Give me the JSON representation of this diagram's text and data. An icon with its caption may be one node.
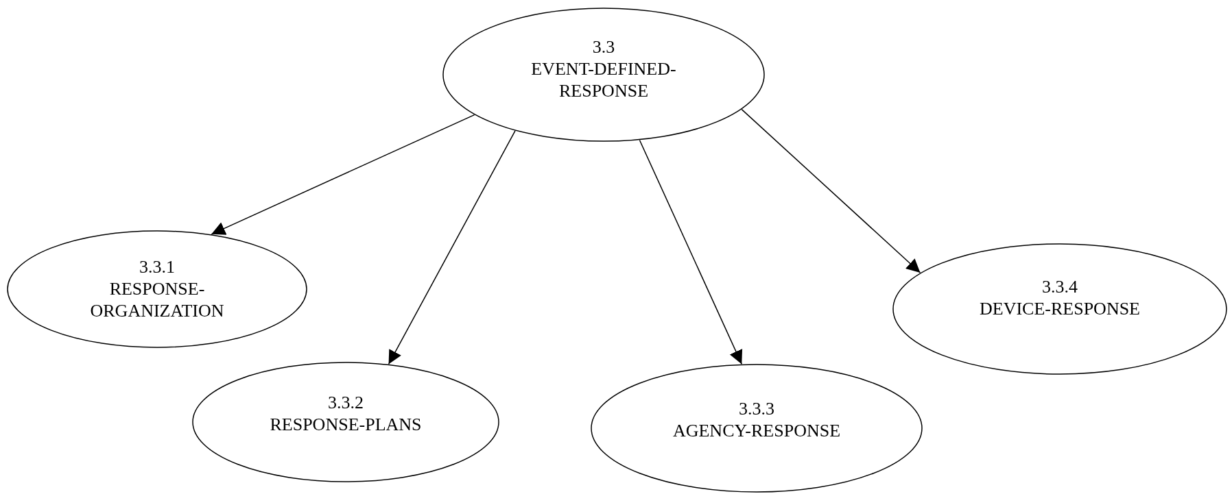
{
  "diagram": {
    "nodes": [
      {
        "text": [
          "3.3",
          "EVENT-DEFINED-RESPONSE"
        ]
      },
      {
        "text": [
          "3.3.1",
          "RESPONSE-ORGANIZATION"
        ]
      },
      {
        "text": [
          "3.3.2",
          "RESPONSE-PLANS"
        ]
      },
      {
        "text": [
          "3.3.3",
          "AGENCY-RESPONSE"
        ]
      },
      {
        "text": [
          "3.3.4",
          "DEVICE-RESPONSE"
        ]
      }
    ],
    "edges": [
      {
        "from": 0,
        "to": 1,
        "arrow": "to"
      },
      {
        "from": 0,
        "to": 2,
        "arrow": "to"
      },
      {
        "from": 0,
        "to": 3,
        "arrow": "to"
      },
      {
        "from": 0,
        "to": 4,
        "arrow": "to"
      }
    ]
  }
}
